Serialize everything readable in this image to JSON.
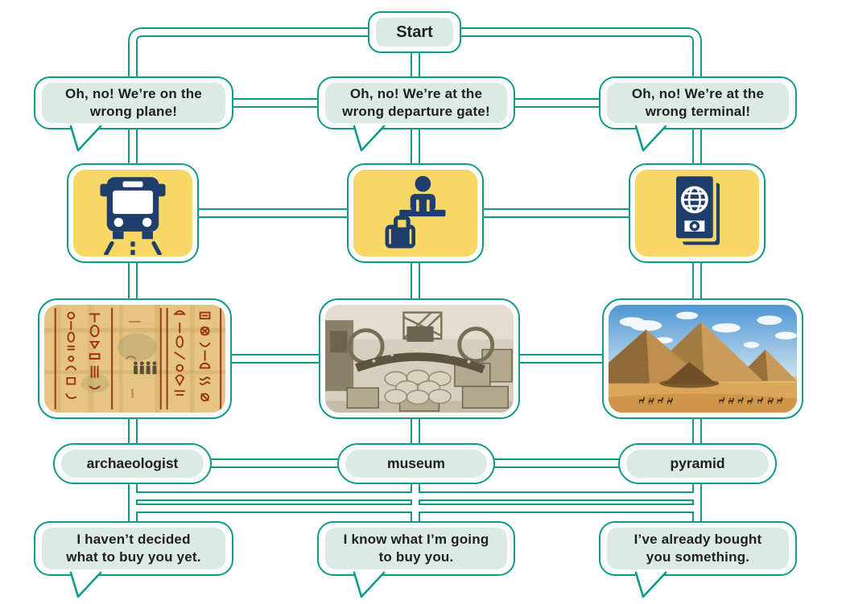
{
  "start": {
    "label": "Start"
  },
  "top_bubbles": [
    {
      "line1": "Oh, no! We’re on the",
      "line2": "wrong plane!"
    },
    {
      "line1": "Oh, no! We’re at the",
      "line2": "wrong departure gate!"
    },
    {
      "line1": "Oh, no! We’re at the",
      "line2": "wrong terminal!"
    }
  ],
  "icon_cards": [
    {
      "icon": "bus-icon"
    },
    {
      "icon": "check-in-desk-icon"
    },
    {
      "icon": "passport-icon"
    }
  ],
  "photo_cards": [
    {
      "description": "papyrus with hieroglyphics"
    },
    {
      "description": "black-and-white photo of a cluttered museum storeroom"
    },
    {
      "description": "pyramids of Giza with a camel caravan"
    }
  ],
  "word_labels": [
    {
      "label": "archaeologist"
    },
    {
      "label": "museum"
    },
    {
      "label": "pyramid"
    }
  ],
  "bottom_bubbles": [
    {
      "line1": "I haven’t decided",
      "line2": "what to buy you yet."
    },
    {
      "line1": "I know what I’m going",
      "line2": "to buy you."
    },
    {
      "line1": "I’ve already bought",
      "line2": "you something."
    }
  ],
  "colors": {
    "teal": "#109a8a",
    "bubble_fill": "#dceae5",
    "card_yellow": "#f7d765",
    "icon_navy": "#1e3f6b",
    "text": "#1f1f1f"
  }
}
